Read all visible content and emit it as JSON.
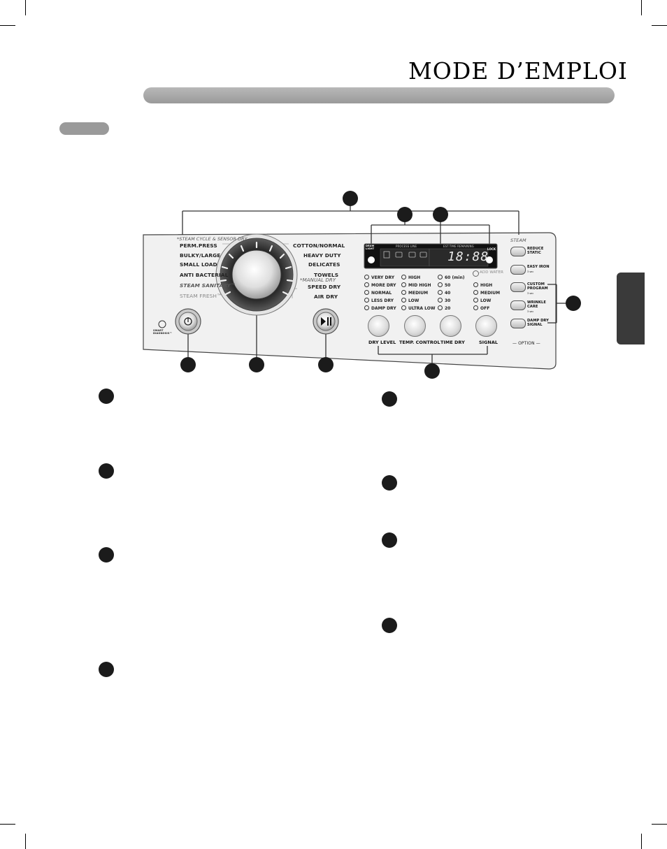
{
  "header": {
    "title": "MODE D’EMPLOI"
  },
  "panel": {
    "dial_header": "*STEAM CYCLE & SENSOR DRY",
    "left_cycles": [
      "PERM.PRESS",
      "BULKY/LARGE",
      "SMALL LOAD",
      "ANTI BACTERIAL",
      "STEAM SANITARY™",
      "STEAM FRESH™"
    ],
    "right_cycles": [
      "COTTON/NORMAL",
      "HEAVY DUTY",
      "DELICATES",
      "TOWELS"
    ],
    "manual_dry_header": "*MANUAL DRY",
    "manual_cycles": [
      "SPEED DRY",
      "AIR DRY"
    ],
    "smart_diagnosis": "SMART DIAGNOSIS™",
    "display": {
      "left_indicator": "DRUM LIGHT",
      "right_indicator": "LOCK",
      "process_label": "PROCESS LINE",
      "time_label": "EST.TIME REMAINING",
      "time_value": "18:88",
      "add_water": "ADD WATER"
    },
    "dry_level_options": [
      "VERY DRY",
      "MORE DRY",
      "NORMAL",
      "LESS DRY",
      "DAMP DRY"
    ],
    "temp_options": [
      "HIGH",
      "MID HIGH",
      "MEDIUM",
      "LOW",
      "ULTRA LOW"
    ],
    "time_options": [
      "60 (min)",
      "50",
      "40",
      "30",
      "20"
    ],
    "signal_options": [
      "HIGH",
      "MEDIUM",
      "LOW",
      "OFF"
    ],
    "round_buttons": [
      "DRY LEVEL",
      "TEMP. CONTROL",
      "TIME DRY",
      "SIGNAL"
    ],
    "steam_header": "STEAM",
    "side_buttons": [
      {
        "label": "REDUCE\nSTATIC"
      },
      {
        "label": "EASY IRON",
        "sub": "3 sec"
      },
      {
        "label": "CUSTOM\nPROGRAM",
        "sub": "3 sec"
      },
      {
        "label": "WRINKLE\nCARE",
        "sub": "3 sec"
      },
      {
        "label": "DAMP DRY\nSIGNAL"
      }
    ],
    "option_label": "— OPTION —"
  }
}
